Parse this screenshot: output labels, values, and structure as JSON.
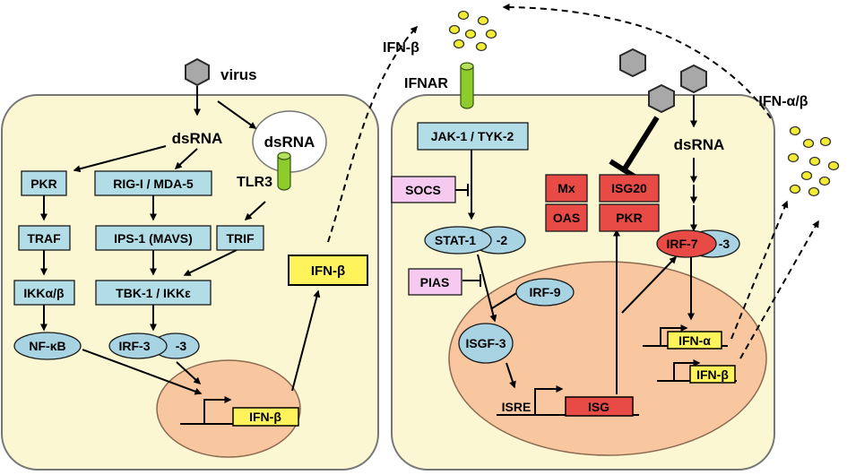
{
  "virus_label": "virus",
  "ifn_b_top_label": "IFN-β",
  "ifnar_label": "IFNAR",
  "ifn_ab_label": "IFN-α/β",
  "left_cell": {
    "dsrna": "dsRNA",
    "endo_dsrna": "dsRNA",
    "tlr3": "TLR3",
    "pkr": "PKR",
    "rig": "RIG-I / MDA-5",
    "traf": "TRAF",
    "ips": "IPS-1 (MAVS)",
    "trif": "TRIF",
    "ikk_ab": "IKKα/β",
    "tbk": "TBK-1 / IKKε",
    "nfkb": "NF-κB",
    "irf3_a": "IRF-3",
    "irf3_b": "-3",
    "ifn_b_gene": "IFN-β",
    "ifn_b_out": "IFN-β"
  },
  "right_cell": {
    "jak": "JAK-1 / TYK-2",
    "socs": "SOCS",
    "stat1": "STAT-1",
    "stat2": "-2",
    "pias": "PIAS",
    "irf9": "IRF-9",
    "isgf3": "ISGF-3",
    "isre": "ISRE",
    "isg": "ISG",
    "mx": "Mx",
    "isg20": "ISG20",
    "oas": "OAS",
    "pkr": "PKR",
    "dsrna": "dsRNA",
    "irf7": "IRF-7",
    "irf7_b": "-3",
    "ifn_a_gene": "IFN-α",
    "ifn_b_gene": "IFN-β"
  },
  "colors": {
    "cell": "#fbf7d3",
    "nucleus": "#f8c7a0",
    "blue_box": "#b3dde6",
    "blue_oval": "#a7d3e3",
    "pink_box": "#f6c9f0",
    "red_box": "#e84a45",
    "yellow": "#fff35c",
    "receptor": "#8dcc2a"
  }
}
